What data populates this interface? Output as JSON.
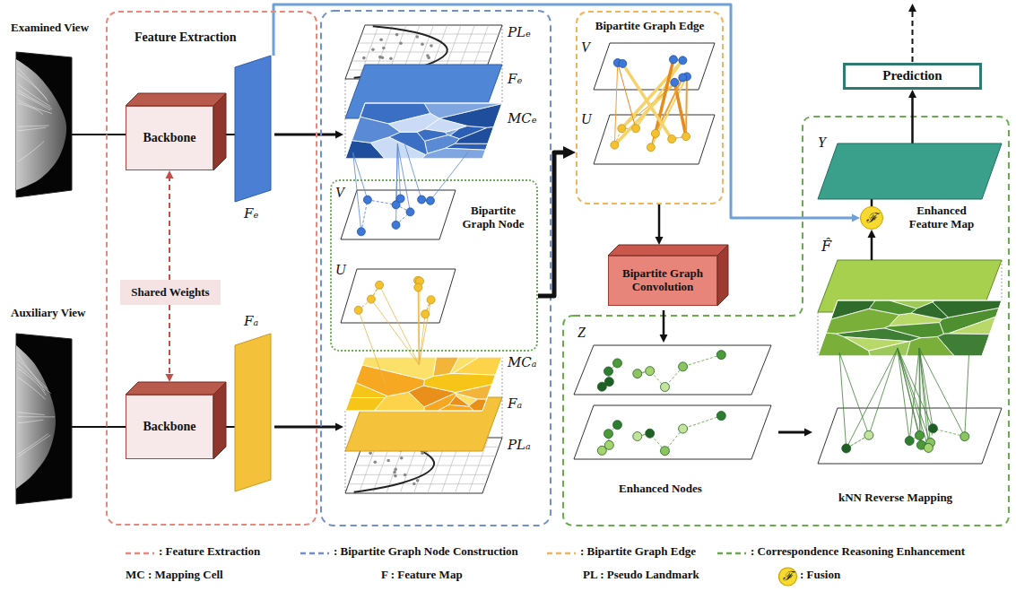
{
  "diagram": {
    "nodes": [
      {
        "text": [
          "Feature Extraction"
        ]
      },
      {
        "text": [
          "Backbone"
        ],
        "in": 0
      },
      {
        "text": [
          "Shared Weights"
        ],
        "in": 0
      },
      {
        "text": [
          "Backbone"
        ],
        "in": 0
      },
      {
        "text": [
          "Bipartite Graph Node"
        ]
      },
      {
        "text": [
          "Bipartite Graph Edge"
        ]
      },
      {
        "text": [
          "Bipartite Graph Convolution"
        ]
      },
      {
        "text": [
          "Prediction"
        ]
      },
      {
        "text": [
          "ℱ"
        ]
      }
    ],
    "edges": [
      {
        "from": 2,
        "to": 1,
        "arrow": "to"
      },
      {
        "from": 2,
        "to": 3,
        "arrow": "to"
      },
      {
        "from": 4,
        "to": 5,
        "arrow": "to"
      },
      {
        "from": 5,
        "to": 6,
        "arrow": "to"
      },
      {
        "from": 8,
        "to": 7,
        "arrow": "to"
      }
    ],
    "labels": [
      "Examined View",
      "Auxiliary View",
      "Fₑ",
      "Fₐ",
      "PLₑ",
      "Fₑ",
      "MCₑ",
      "V",
      "U",
      "MCₐ",
      "Fₐ",
      "PLₐ",
      "V",
      "U",
      "Z",
      "Enhanced Nodes",
      "kNN Reverse Mapping",
      "F̂",
      "Y",
      "Enhanced Feature Map",
      "MC : Mapping Cell",
      "F : Feature Map",
      "PL : Pseudo Landmark",
      "ℱ",
      ": Fusion"
    ],
    "legend": [
      {
        "text": ": Feature Extraction"
      },
      {
        "text": ": Bipartite Graph Node Construction"
      },
      {
        "text": ": Bipartite Graph Edge"
      },
      {
        "text": ": Correspondence Reasoning Enhancement"
      }
    ]
  }
}
